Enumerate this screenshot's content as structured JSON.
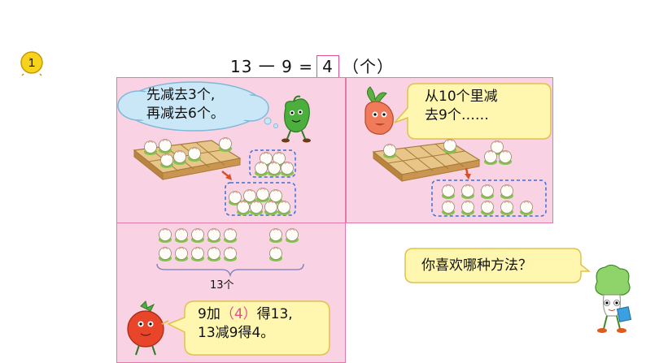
{
  "badge": {
    "number": "1"
  },
  "equation": {
    "left": "13 一 9 =",
    "answer": "4",
    "unit": "（个）"
  },
  "method1": {
    "line1": "先减去3个,",
    "line2": "再减去6个。"
  },
  "method2": {
    "line1": "从10个里减",
    "line2": "去9个……"
  },
  "method3": {
    "label": "13个",
    "line1_a": "9加",
    "line1_paren_open": "（",
    "line1_answer": "4",
    "line1_paren_close": "）",
    "line1_b": "得13,",
    "line2": "13减9得4。"
  },
  "question": {
    "text": "你喜欢哪种方法？"
  },
  "colors": {
    "panel_fill": "#f9d3e4",
    "panel_border": "#e07aa8",
    "answer_accent": "#e0508f",
    "bubble_yellow": "#fff7b0",
    "bubble_blue": "#c9e7f7"
  }
}
